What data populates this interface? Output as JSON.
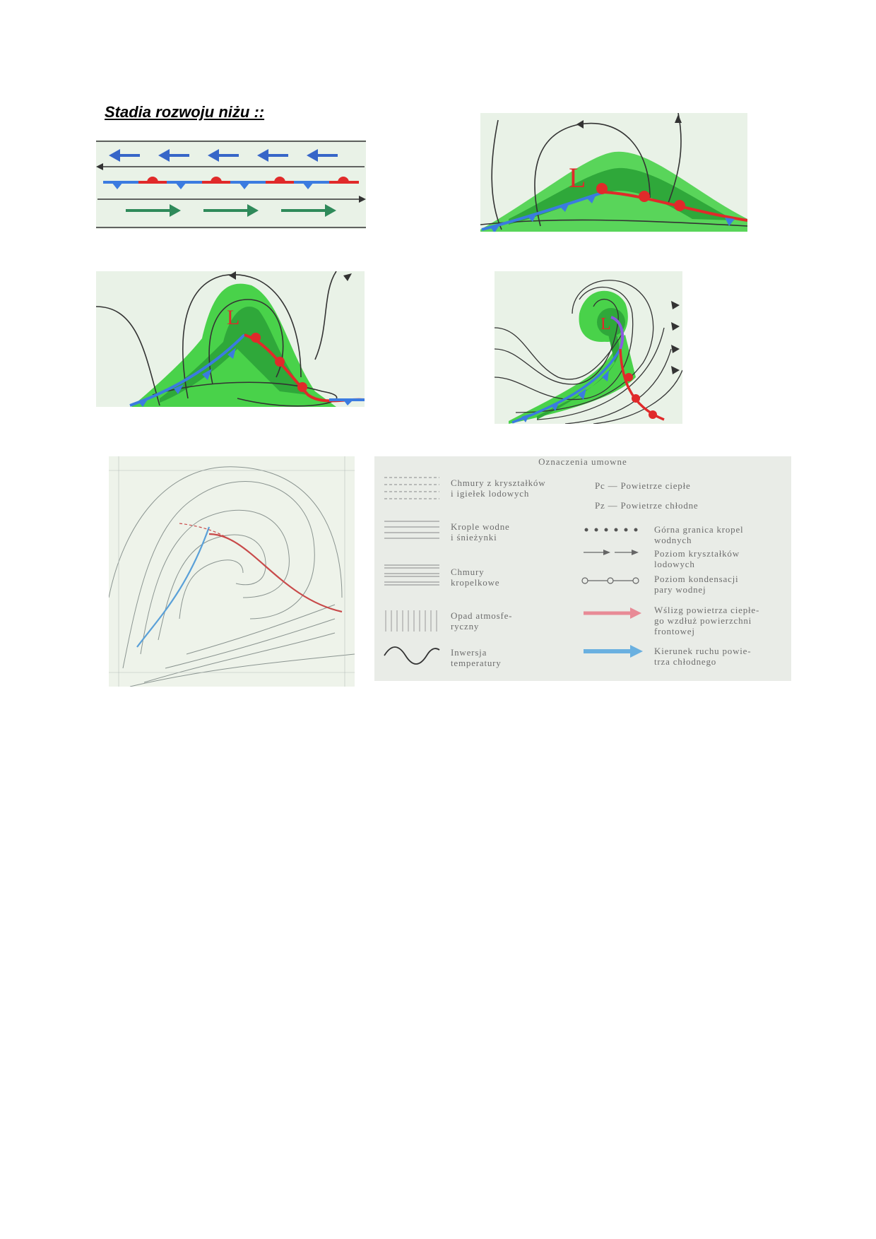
{
  "title": "Stadia rozwoju niżu ::",
  "low_label": "L",
  "legend": {
    "title": "Oznaczenia umowne",
    "left": [
      {
        "icon": "dashed-lines-icon",
        "line1": "Chmury z kryształków",
        "line2": "i igiełek lodowych"
      },
      {
        "icon": "solid-lines-icon",
        "line1": "Krople wodne",
        "line2": "i śnieżynki"
      },
      {
        "icon": "double-lines-icon",
        "line1": "Chmury",
        "line2": "kropelkowe"
      },
      {
        "icon": "vertical-lines-icon",
        "line1": "Opad atmosfe-",
        "line2": "ryczny"
      },
      {
        "icon": "wave-icon",
        "line1": "Inwersja",
        "line2": "temperatury"
      }
    ],
    "right": [
      {
        "icon": "",
        "line1": "Pc — Powietrze ciepłe",
        "line2": ""
      },
      {
        "icon": "",
        "line1": "Pz — Powietrze chłodne",
        "line2": ""
      },
      {
        "icon": "dots-icon",
        "line1": "Górna granica kropel",
        "line2": "wodnych"
      },
      {
        "icon": "arrows-icon",
        "line1": "Poziom kryształków",
        "line2": "lodowych"
      },
      {
        "icon": "circles-line-icon",
        "line1": "Poziom kondensacji",
        "line2": "pary wodnej"
      },
      {
        "icon": "red-arrow-icon",
        "line1": "Wślizg powietrza ciepłe-",
        "line2": "go wzdłuż powierzchni",
        "line3": "frontowej"
      },
      {
        "icon": "blue-arrow-icon",
        "line1": "Kierunek ruchu powie-",
        "line2": "trza chłodnego"
      }
    ]
  },
  "colors": {
    "cold_front": "#3b7be0",
    "warm_front": "#e02a2a",
    "cloud_light": "#49d24a",
    "cloud_dark": "#2fa83a",
    "isobar": "#333333",
    "wind_east": "#3766c8",
    "wind_west": "#2f8a5a",
    "occlusion": "#8a5ae0"
  }
}
